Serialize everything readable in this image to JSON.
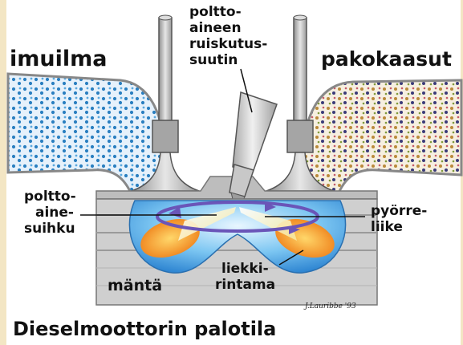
{
  "labels": {
    "intake_air": "imuilma",
    "exhaust_gases": "pakokaasut",
    "injector": [
      "poltto-",
      "aineen",
      "ruiskutus-",
      "suutin"
    ],
    "fuel_jet": [
      "poltto-",
      "aine-",
      "suihku"
    ],
    "swirl": [
      "pyörre-",
      "liike"
    ],
    "flame_front": [
      "liekki-",
      "rintama"
    ],
    "piston": "mäntä",
    "signature": "J.Lauribbe '93",
    "caption": "Dieselmoottorin palotila"
  },
  "colors": {
    "background": "#f3e6c4",
    "panel": "#ffffff",
    "metal": "#c9c9c9",
    "metal_dark": "#8a8a8a",
    "intake_dots": "#2a7fc0",
    "exhaust_dots": "#b98a3a",
    "swirl": "#6a55b8",
    "flame": "#f0901e",
    "bowl": "#3d9ee0"
  }
}
